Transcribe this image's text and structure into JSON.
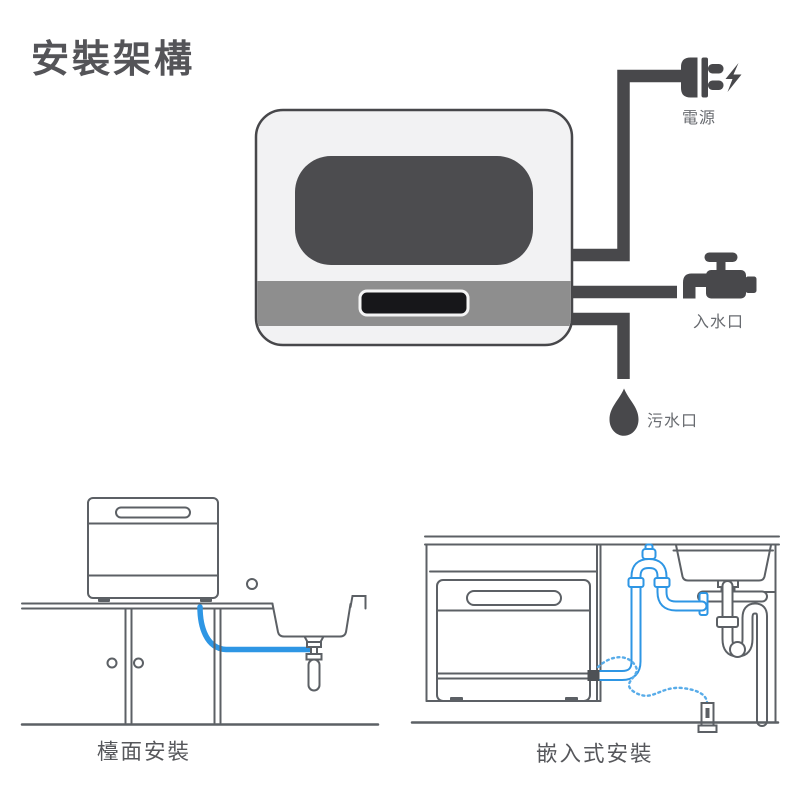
{
  "title": "安裝架構",
  "colors": {
    "dark": "#48484b",
    "line_art_gray": "#5c6065",
    "hose_blue": "#2e96e4",
    "dotted_hose_blue": "#58ace9",
    "machine_body": "#f2f2f3",
    "machine_window": "#4c4c4f",
    "machine_band": "#8e8e8e",
    "display_black": "#17171a",
    "label_gray": "#686b70"
  },
  "top_diagram": {
    "name": "dishwasher-connection-overview",
    "connections": [
      {
        "id": "power",
        "label": "電源",
        "icon": "power-plug-icon"
      },
      {
        "id": "water-inlet",
        "label": "入水口",
        "icon": "faucet-icon"
      },
      {
        "id": "waste-water",
        "label": "污水口",
        "icon": "water-drop-icon"
      }
    ]
  },
  "installation_options": [
    {
      "id": "countertop",
      "label": "檯面安裝"
    },
    {
      "id": "built-in",
      "label": "嵌入式安裝"
    }
  ]
}
